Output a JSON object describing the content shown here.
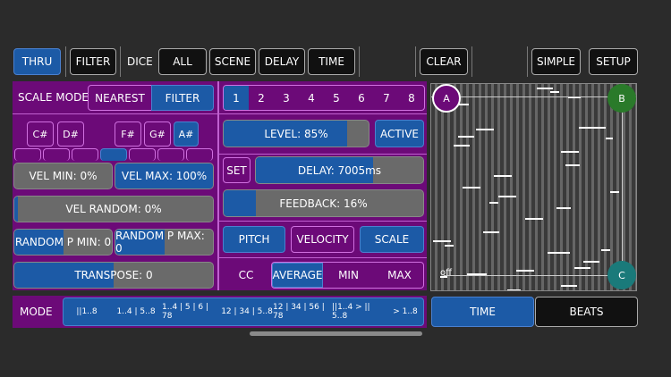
{
  "toolbar": {
    "thru": "THRU",
    "filter": "FILTER",
    "dice": "DICE",
    "all": "ALL",
    "scene": "SCENE",
    "delay": "DELAY",
    "time": "TIME",
    "clear": "CLEAR",
    "simple": "SIMPLE",
    "setup": "SETUP"
  },
  "scale": {
    "mode_label": "SCALE MODE",
    "nearest": "NEAREST",
    "filter": "FILTER",
    "keys": [
      "C#",
      "D#",
      "F#",
      "G#",
      "A#"
    ]
  },
  "velocity": {
    "min_label": "VEL MIN: 0%",
    "min_value": 0,
    "max_label": "VEL MAX: 100%",
    "max_value": 100,
    "random_label": "VEL RANDOM: 0%",
    "random_value": 0
  },
  "random_pitch": {
    "min_label": "RANDOM P MIN: 0",
    "max_label": "RANDOM P MAX: 0"
  },
  "transpose": {
    "label": "TRANSPOSE: 0"
  },
  "mode": {
    "label": "MODE",
    "segments": [
      "||1..8",
      "1..4 | 5..8",
      "1..4 | 5 | 6 | 78",
      "12 | 34 | 5..8",
      "12 | 34 | 56 | 78",
      "||1..4 > || 5..8",
      "> 1..8"
    ]
  },
  "channels": {
    "items": [
      "1",
      "2",
      "3",
      "4",
      "5",
      "6",
      "7",
      "8"
    ],
    "selected": "1"
  },
  "level": {
    "label": "LEVEL: 85%",
    "value": 85,
    "active": "ACTIVE"
  },
  "delay_ctrl": {
    "set": "SET",
    "label": "DELAY: 7005ms",
    "value_fraction": 0.7
  },
  "feedback": {
    "label": "FEEDBACK: 16%",
    "value": 16
  },
  "buttons": {
    "pitch": "PITCH",
    "velocity": "VELOCITY",
    "scale": "SCALE"
  },
  "cc": {
    "label": "CC",
    "average": "AVERAGE",
    "min": "MIN",
    "max": "MAX"
  },
  "grid": {
    "a": "A",
    "b": "B",
    "c": "C",
    "off": "off"
  },
  "bottom_tabs": {
    "time": "TIME",
    "beats": "BEATS"
  },
  "colors": {
    "accent_blue": "#1c5aa6",
    "panel_purple": "#6c0a78",
    "node_green": "#2a7a2a",
    "node_teal": "#1a7a7a"
  }
}
